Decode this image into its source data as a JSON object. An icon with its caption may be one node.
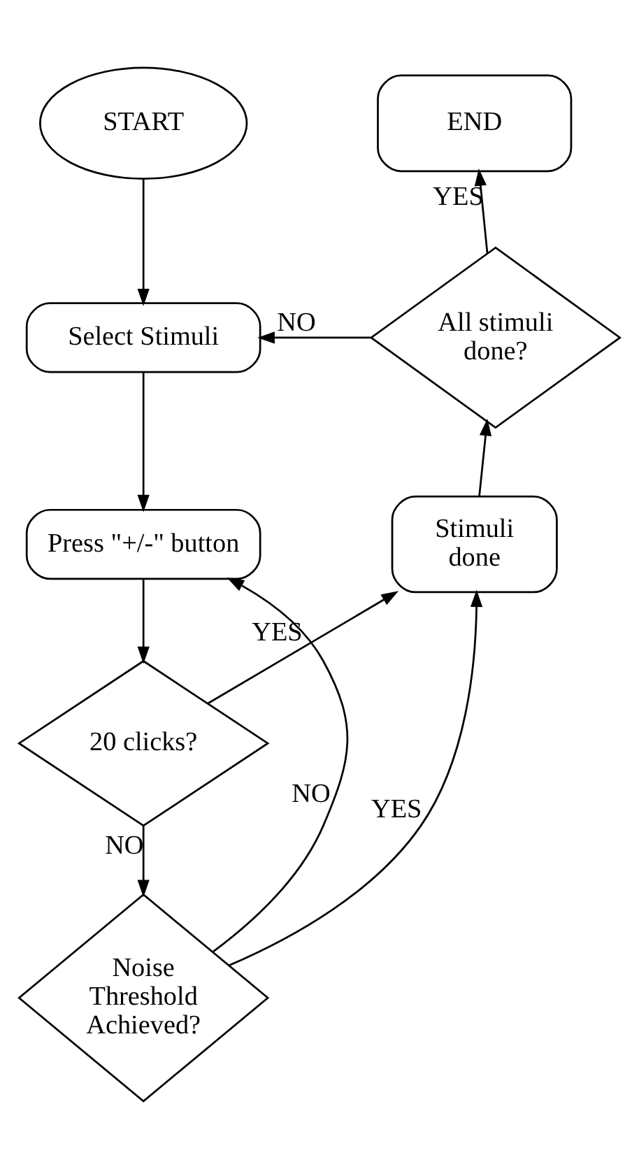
{
  "diagram": {
    "nodes": [
      {
        "text": [
          "START"
        ]
      },
      {
        "text": [
          "Select Stimuli"
        ]
      },
      {
        "text": [
          "Press \"+/-\" button"
        ]
      },
      {
        "text": [
          "20 clicks?"
        ]
      },
      {
        "text": [
          "Noise Threshold Achieved?"
        ]
      },
      {
        "text": [
          "Stimuli done"
        ]
      },
      {
        "text": [
          "All stimuli done?"
        ]
      },
      {
        "text": [
          "END"
        ]
      }
    ],
    "edges": [
      {
        "from": 0,
        "to": 1,
        "arrow": "to"
      },
      {
        "from": 1,
        "to": 2,
        "arrow": "to"
      },
      {
        "from": 2,
        "to": 3,
        "arrow": "to"
      },
      {
        "from": 3,
        "to": 4,
        "arrow": "to",
        "label": "NO"
      },
      {
        "from": 4,
        "to": 2,
        "arrow": "to",
        "label": "NO"
      },
      {
        "from": 3,
        "to": 5,
        "arrow": "to",
        "label": "YES"
      },
      {
        "from": 4,
        "to": 5,
        "arrow": "to",
        "label": "YES"
      },
      {
        "from": 5,
        "to": 6,
        "arrow": "to"
      },
      {
        "from": 6,
        "to": 1,
        "arrow": "to",
        "label": "NO"
      },
      {
        "from": 6,
        "to": 7,
        "arrow": "to",
        "label": "YES"
      }
    ]
  }
}
